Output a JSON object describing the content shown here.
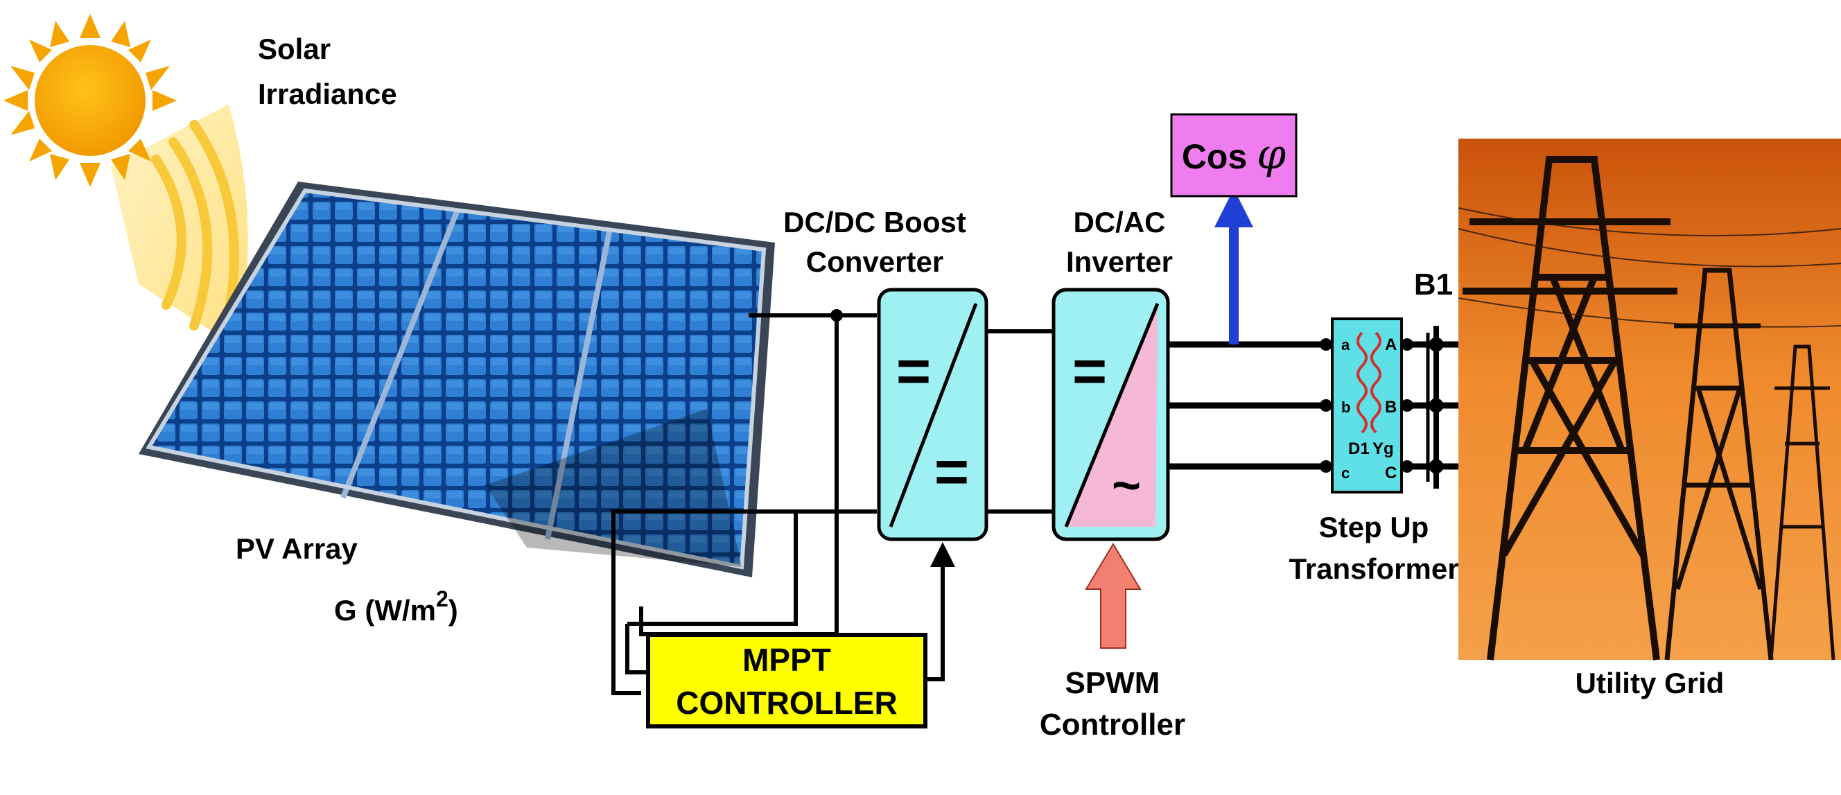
{
  "labels": {
    "solar_line1": "Solar",
    "solar_line2": "Irradiance",
    "pv_array": "PV Array",
    "irradiance_g": "G (W/m",
    "irradiance_exp": "2",
    "irradiance_close": ")",
    "boost_line1": "DC/DC Boost",
    "boost_line2": "Converter",
    "inverter_line1": "DC/AC",
    "inverter_line2": "Inverter",
    "cos_phi_prefix": "Cos ",
    "cos_phi_symbol": "φ",
    "bus": "B1",
    "transformer_line1": "Step Up",
    "transformer_line2": "Transformer",
    "utility_grid": "Utility Grid",
    "mppt_line1": "MPPT",
    "mppt_line2": "CONTROLLER",
    "spwm_line1": "SPWM",
    "spwm_line2": "Controller",
    "dc_symbol": "=",
    "ac_symbol": "~",
    "xfmr_a_low": "a",
    "xfmr_b_low": "b",
    "xfmr_c_low": "c",
    "xfmr_A_high": "A",
    "xfmr_B_high": "B",
    "xfmr_C_high": "C",
    "xfmr_d1": "D1",
    "xfmr_yg": "Yg"
  },
  "icons": {
    "sun": "sun-icon",
    "solar_panel": "solar-panel-icon",
    "pylon": "transmission-tower-icon"
  },
  "colors": {
    "sun": "#f5a400",
    "sun_ray": "#fde9a0",
    "panel_cell": "#1f63b5",
    "dc_block": "#9ff0f2",
    "ac_block": "#f5b8d6",
    "cos_box": "#f07df0",
    "mppt_box": "#ffff00",
    "arrow_blue": "#1f3fd6",
    "arrow_red": "#f28070",
    "grid_bg": "#e8751a"
  }
}
